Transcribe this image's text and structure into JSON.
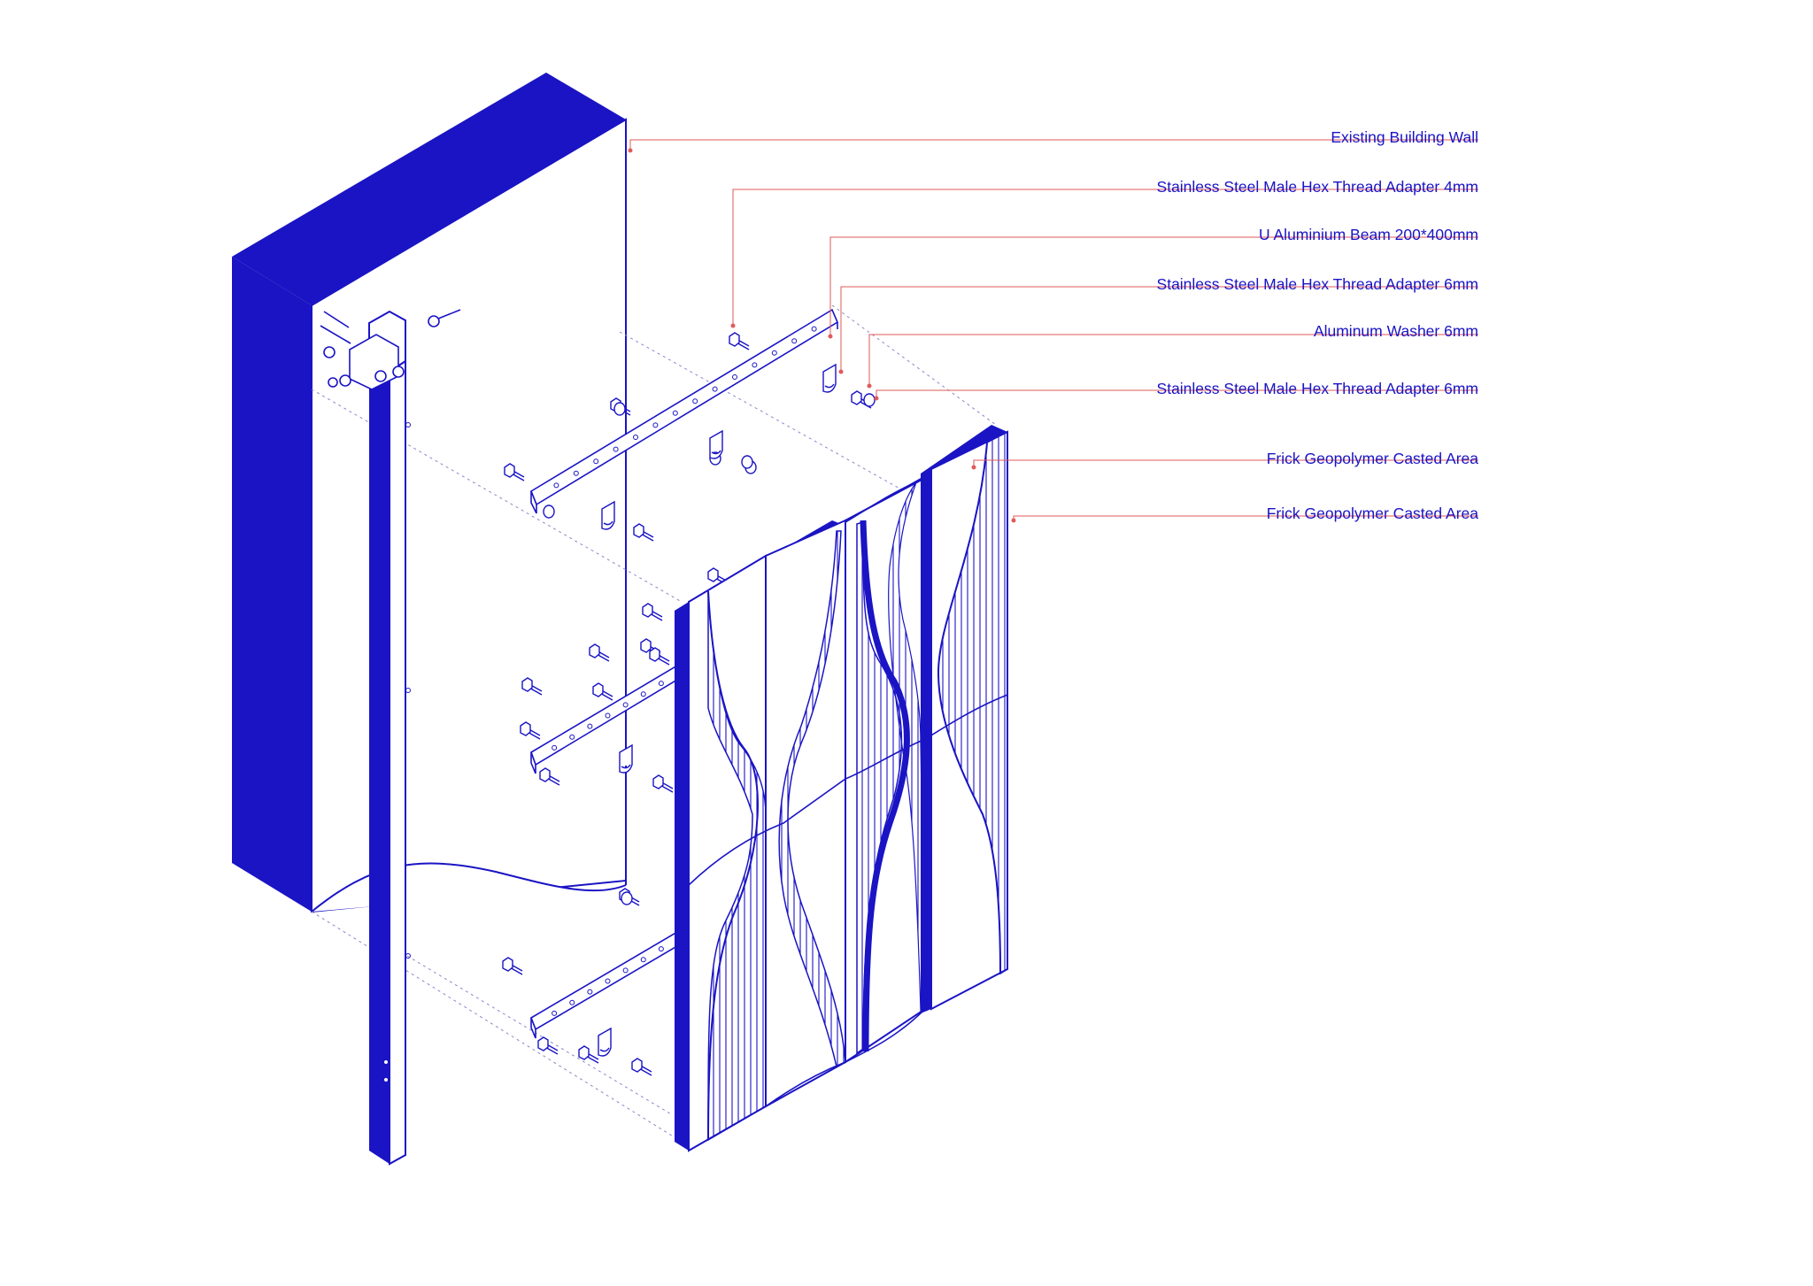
{
  "colors": {
    "ink": "#1a14c4",
    "fill": "#1a14c4",
    "leader": "#e05a5a",
    "background": "#ffffff"
  },
  "labels": [
    {
      "text": "Existing Building Wall"
    },
    {
      "text": "Stainless Steel Male Hex Thread Adapter 4mm"
    },
    {
      "text": "U Aluminium Beam  200*400mm"
    },
    {
      "text": "Stainless Steel Male Hex Thread Adapter 6mm"
    },
    {
      "text": "Aluminum Washer 6mm"
    },
    {
      "text": "Stainless Steel Male Hex Thread Adapter 6mm"
    },
    {
      "text": "Frick Geopolymer Casted Area"
    },
    {
      "text": "Frick Geopolymer Casted Area"
    }
  ]
}
